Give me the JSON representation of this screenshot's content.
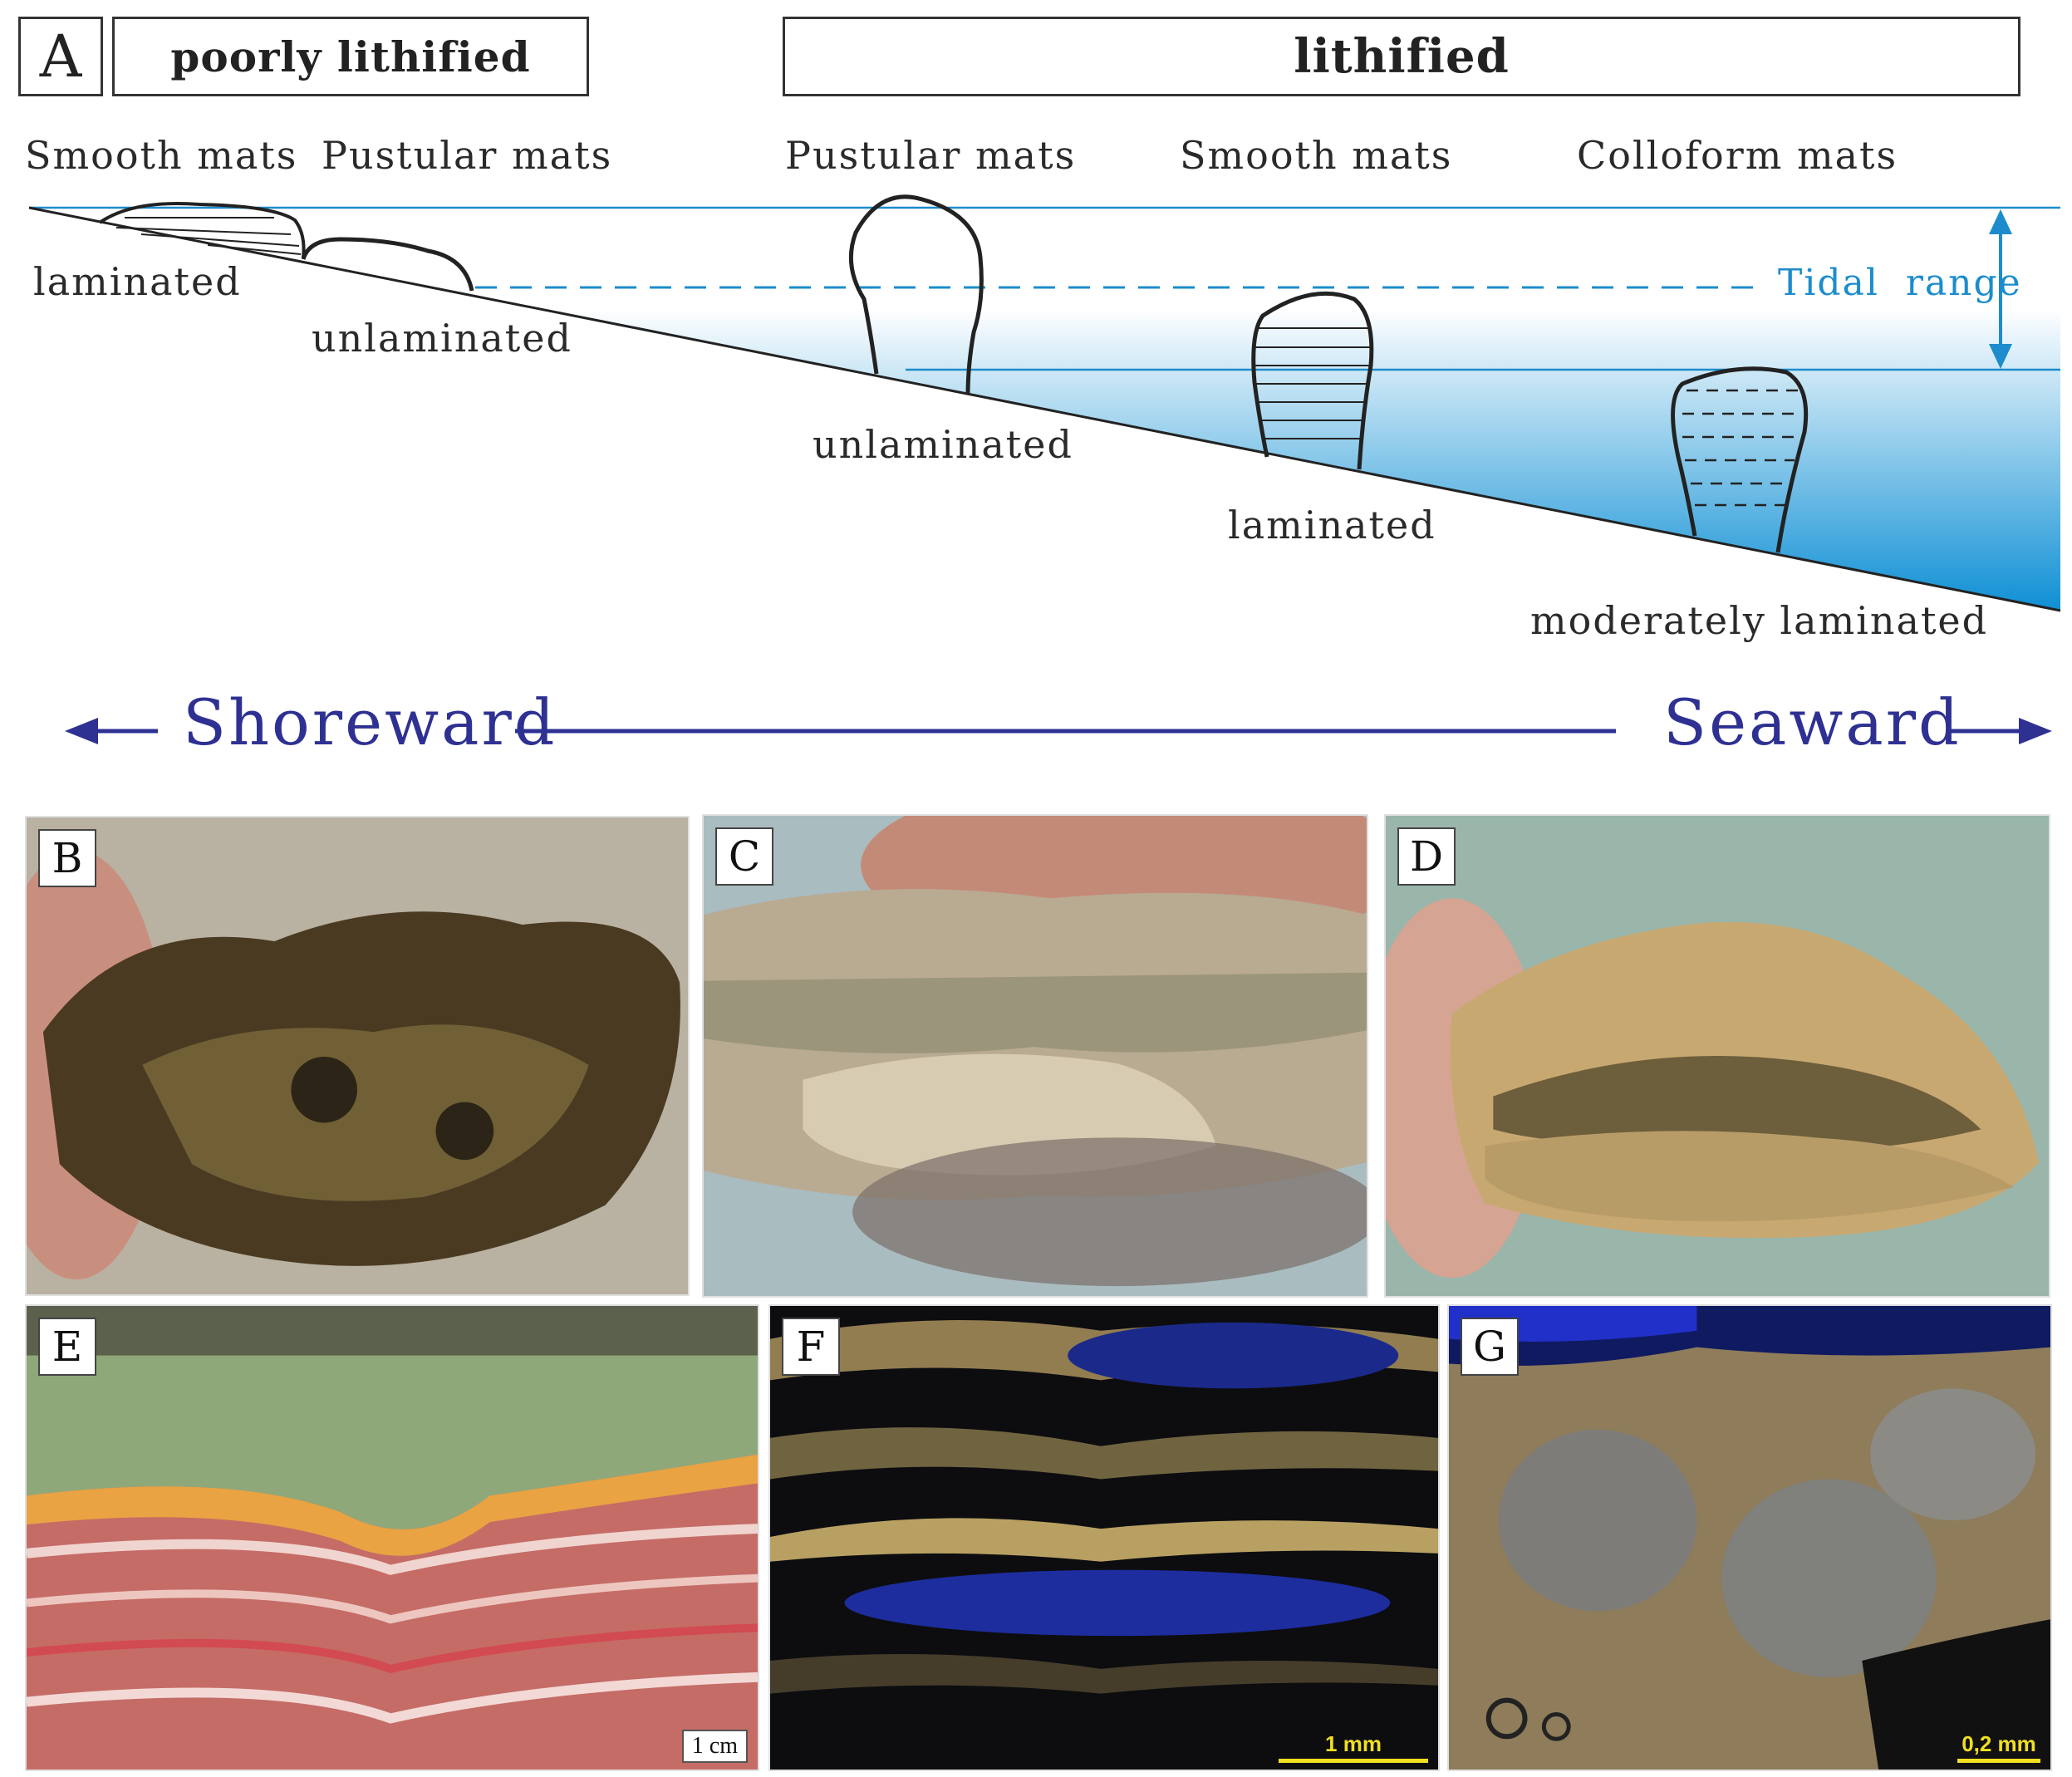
{
  "panel_a": {
    "label": "A",
    "poorly_lithified": "poorly lithified",
    "lithified": "lithified",
    "mat_types": [
      "Smooth mats",
      "Pustular mats",
      "Pustular mats",
      "Smooth mats",
      "Colloform mats"
    ],
    "lamination": [
      "laminated",
      "unlaminated",
      "unlaminated",
      "laminated",
      "moderately laminated"
    ],
    "tidal_range": "Tidal  range",
    "shoreward": "Shoreward",
    "seaward": "Seaward",
    "colors": {
      "water_top": "#ffffff",
      "water_bottom": "#0e8fd4",
      "line": "#1c8ccc",
      "direction": "#2e3192"
    }
  },
  "photos": {
    "b": {
      "label": "B"
    },
    "c": {
      "label": "C"
    },
    "d": {
      "label": "D"
    },
    "e": {
      "label": "E",
      "scale": "1 cm"
    },
    "f": {
      "label": "F",
      "scale": "1 mm"
    },
    "g": {
      "label": "G",
      "scale": "0,2 mm"
    }
  }
}
